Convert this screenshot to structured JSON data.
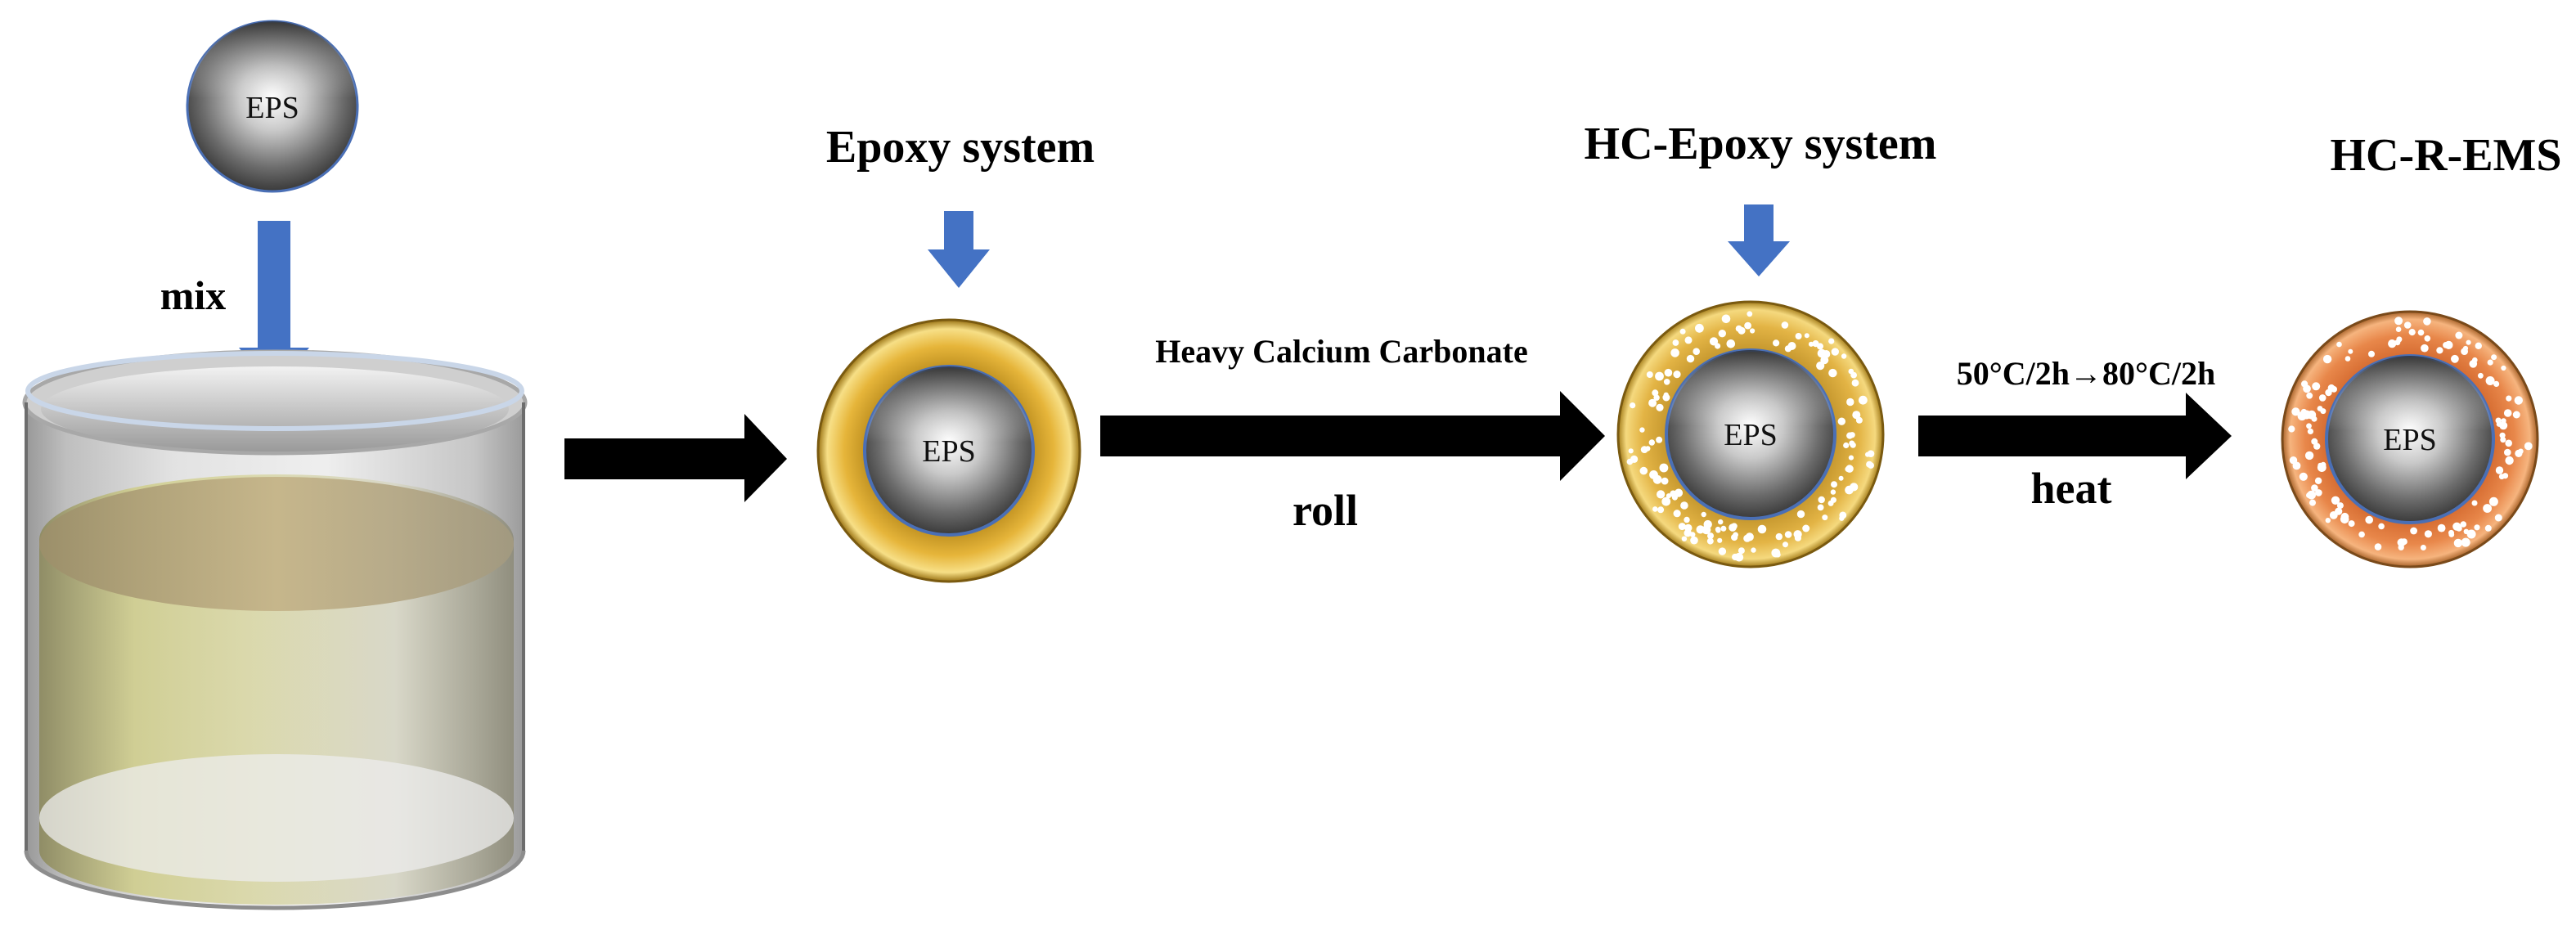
{
  "eps_label": "EPS",
  "labels": {
    "mix": "mix",
    "epoxy_system": "Epoxy system",
    "heavy_calcium_carbonate": "Heavy Calcium Carbonate",
    "roll": "roll",
    "hc_epoxy_system": "HC-Epoxy system",
    "temperature_schedule": "50°C/2h→80°C/2h",
    "heat": "heat",
    "hc_r_ems": "HC-R-EMS"
  },
  "colors": {
    "blue_arrow": "#4472C4",
    "black_arrow": "#000000",
    "epoxy_shell": "#E6B53A",
    "hc_epoxy_shell": "#E3B445",
    "cured_shell": "#E8874A",
    "inner_border": "#4A6FB5"
  }
}
